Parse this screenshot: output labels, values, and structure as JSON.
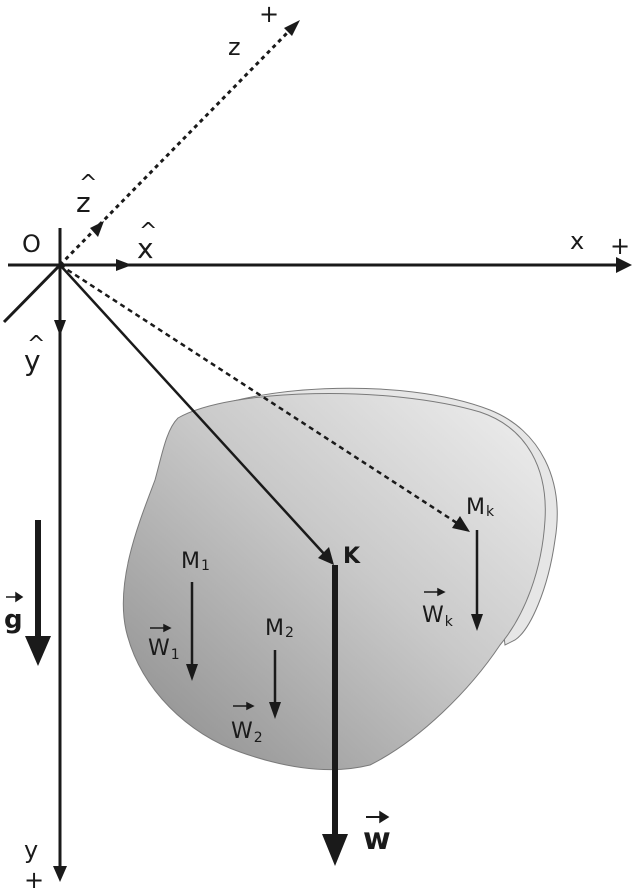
{
  "axes": {
    "origin_label": "O",
    "x": {
      "label": "x",
      "sign": "+",
      "unit_label": "x",
      "hat": "^"
    },
    "y": {
      "label": "y",
      "sign": "+",
      "unit_label": "y",
      "hat": "^"
    },
    "z": {
      "label": "z",
      "sign": "+",
      "unit_label": "z",
      "hat": "^"
    }
  },
  "body": {
    "center_of_gravity_label": "K",
    "total_weight": {
      "letter": "w"
    },
    "gravity": {
      "letter": "g"
    },
    "particles": [
      {
        "point": "M",
        "point_sub": "1",
        "weight": "W",
        "weight_sub": "1"
      },
      {
        "point": "M",
        "point_sub": "2",
        "weight": "W",
        "weight_sub": "2"
      },
      {
        "point": "M",
        "point_sub": "k",
        "weight": "W",
        "weight_sub": "k"
      }
    ]
  },
  "colors": {
    "ink": "#1a1a1a",
    "body_light": "#ececec",
    "body_dark": "#8a8a8a",
    "body_edge": "#7a7a7a"
  }
}
